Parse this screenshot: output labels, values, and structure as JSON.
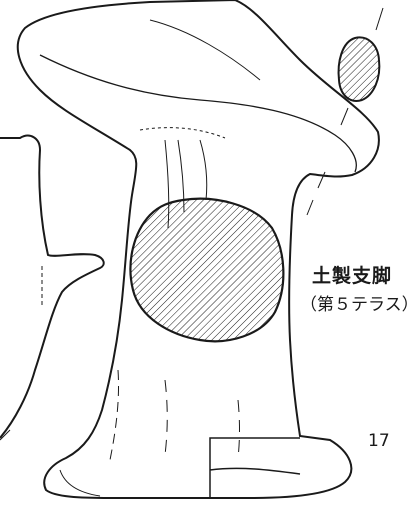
{
  "figure": {
    "label": "土製支脚",
    "sublabel": "（第５テラス）",
    "number": "17"
  },
  "colors": {
    "line": "#1a1a1a",
    "hatch": "#1a1a1a",
    "background": "#ffffff"
  }
}
